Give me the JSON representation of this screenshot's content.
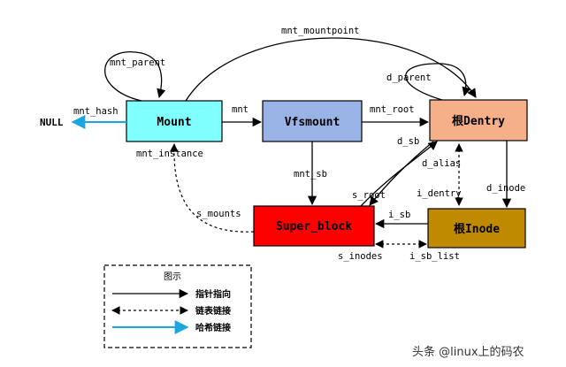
{
  "nodes": {
    "mount": {
      "label": "Mount",
      "color": "#80ffff"
    },
    "vfsmount": {
      "label": "Vfsmount",
      "color": "#99b3e6"
    },
    "dentry": {
      "label": "根Dentry",
      "color": "#f5b08a"
    },
    "superblock": {
      "label": "Super_block",
      "color": "#ff0000"
    },
    "inode": {
      "label": "根Inode",
      "color": "#c08a00"
    }
  },
  "null_label": "NULL",
  "edges": {
    "mnt_parent": "mnt_parent",
    "mnt_hash": "mnt_hash",
    "mnt_instance": "mnt_instance",
    "mnt_mountpoint": "mnt_mountpoint",
    "mnt": "mnt",
    "mnt_root": "mnt_root",
    "d_parent": "d_parent",
    "mnt_sb": "mnt_sb",
    "d_sb": "d_sb",
    "d_alias": "d_alias",
    "s_root": "s_root",
    "i_dentry": "i_dentry",
    "d_inode": "d_inode",
    "s_mounts": "s_mounts",
    "i_sb": "i_sb",
    "s_inodes": "s_inodes",
    "i_sb_list": "i_sb_list"
  },
  "legend": {
    "title": "图示",
    "items": [
      {
        "label": "指针指向",
        "style": "solid"
      },
      {
        "label": "链表链接",
        "style": "dashed"
      },
      {
        "label": "哈希链接",
        "style": "hash"
      }
    ]
  },
  "watermark": "头条 @linux上的码农",
  "colors": {
    "hash": "#1aa7e0",
    "line": "#000000"
  }
}
